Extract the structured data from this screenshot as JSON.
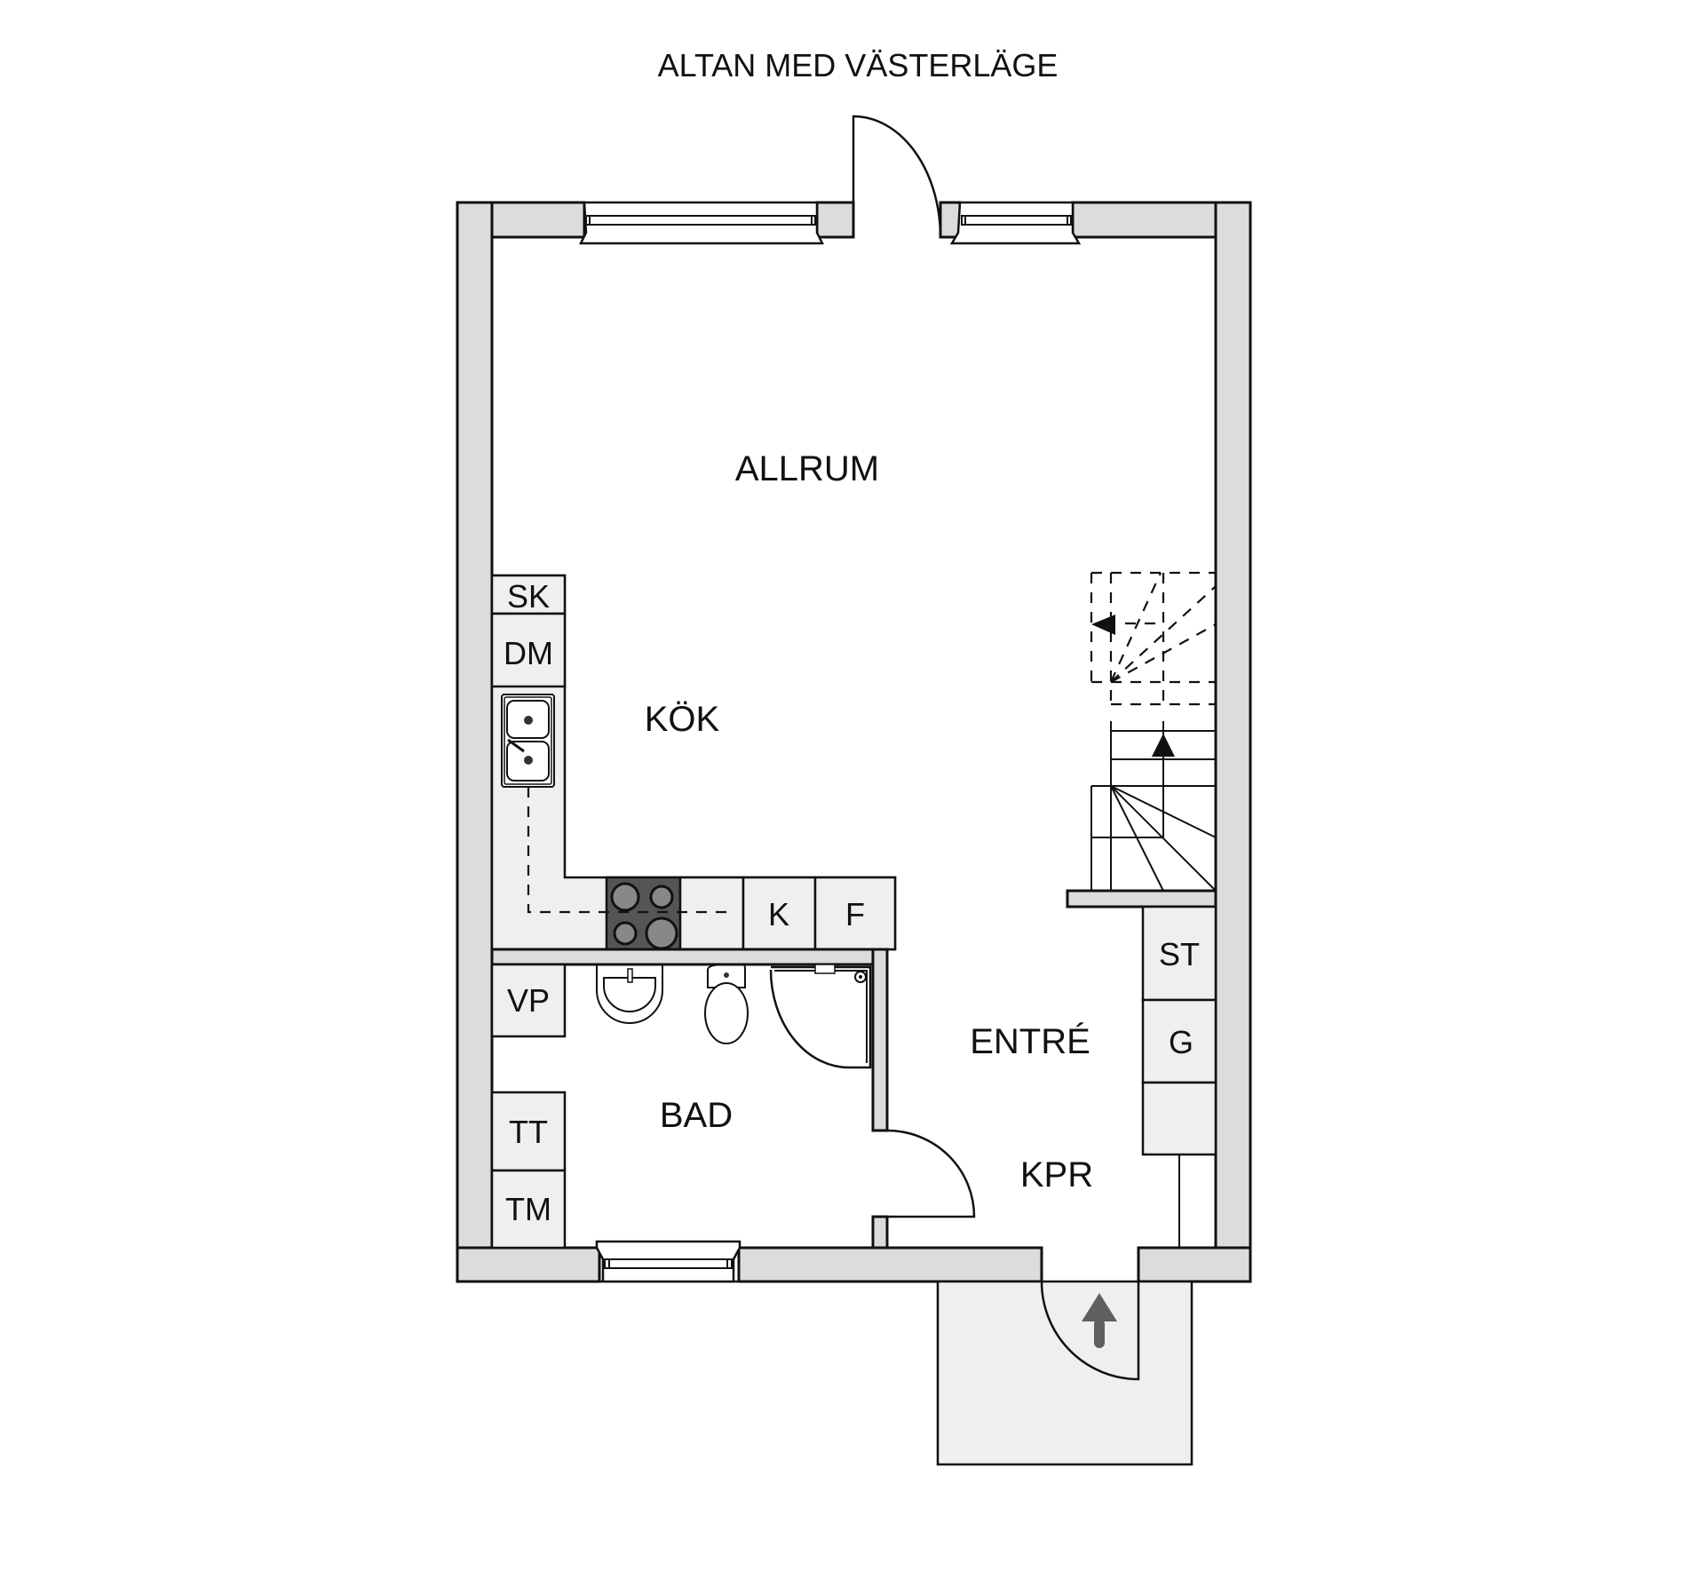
{
  "plan": {
    "title": "ALTAN MED VÄSTERLÄGE",
    "colors": {
      "wall": "#dcdcdc",
      "cabinet": "#efefef",
      "stroke": "#111111",
      "stove": "#555555",
      "arrow": "#5f5f5f"
    },
    "rooms": {
      "allrum": "ALLRUM",
      "kok": "KÖK",
      "bad": "BAD",
      "entre": "ENTRÉ",
      "kpr": "KPR"
    },
    "fixtures": {
      "sk": "SK",
      "dm": "DM",
      "k": "K",
      "f": "F",
      "vp": "VP",
      "tt": "TT",
      "tm": "TM",
      "st": "ST",
      "g": "G"
    },
    "icons": {
      "stairs": "stairs-icon",
      "entrance_arrow": "entrance-arrow-icon",
      "stove": "stove-icon",
      "sink": "double-sink-icon",
      "washbasin": "washbasin-icon",
      "toilet": "toilet-icon",
      "shower": "shower-icon"
    }
  }
}
